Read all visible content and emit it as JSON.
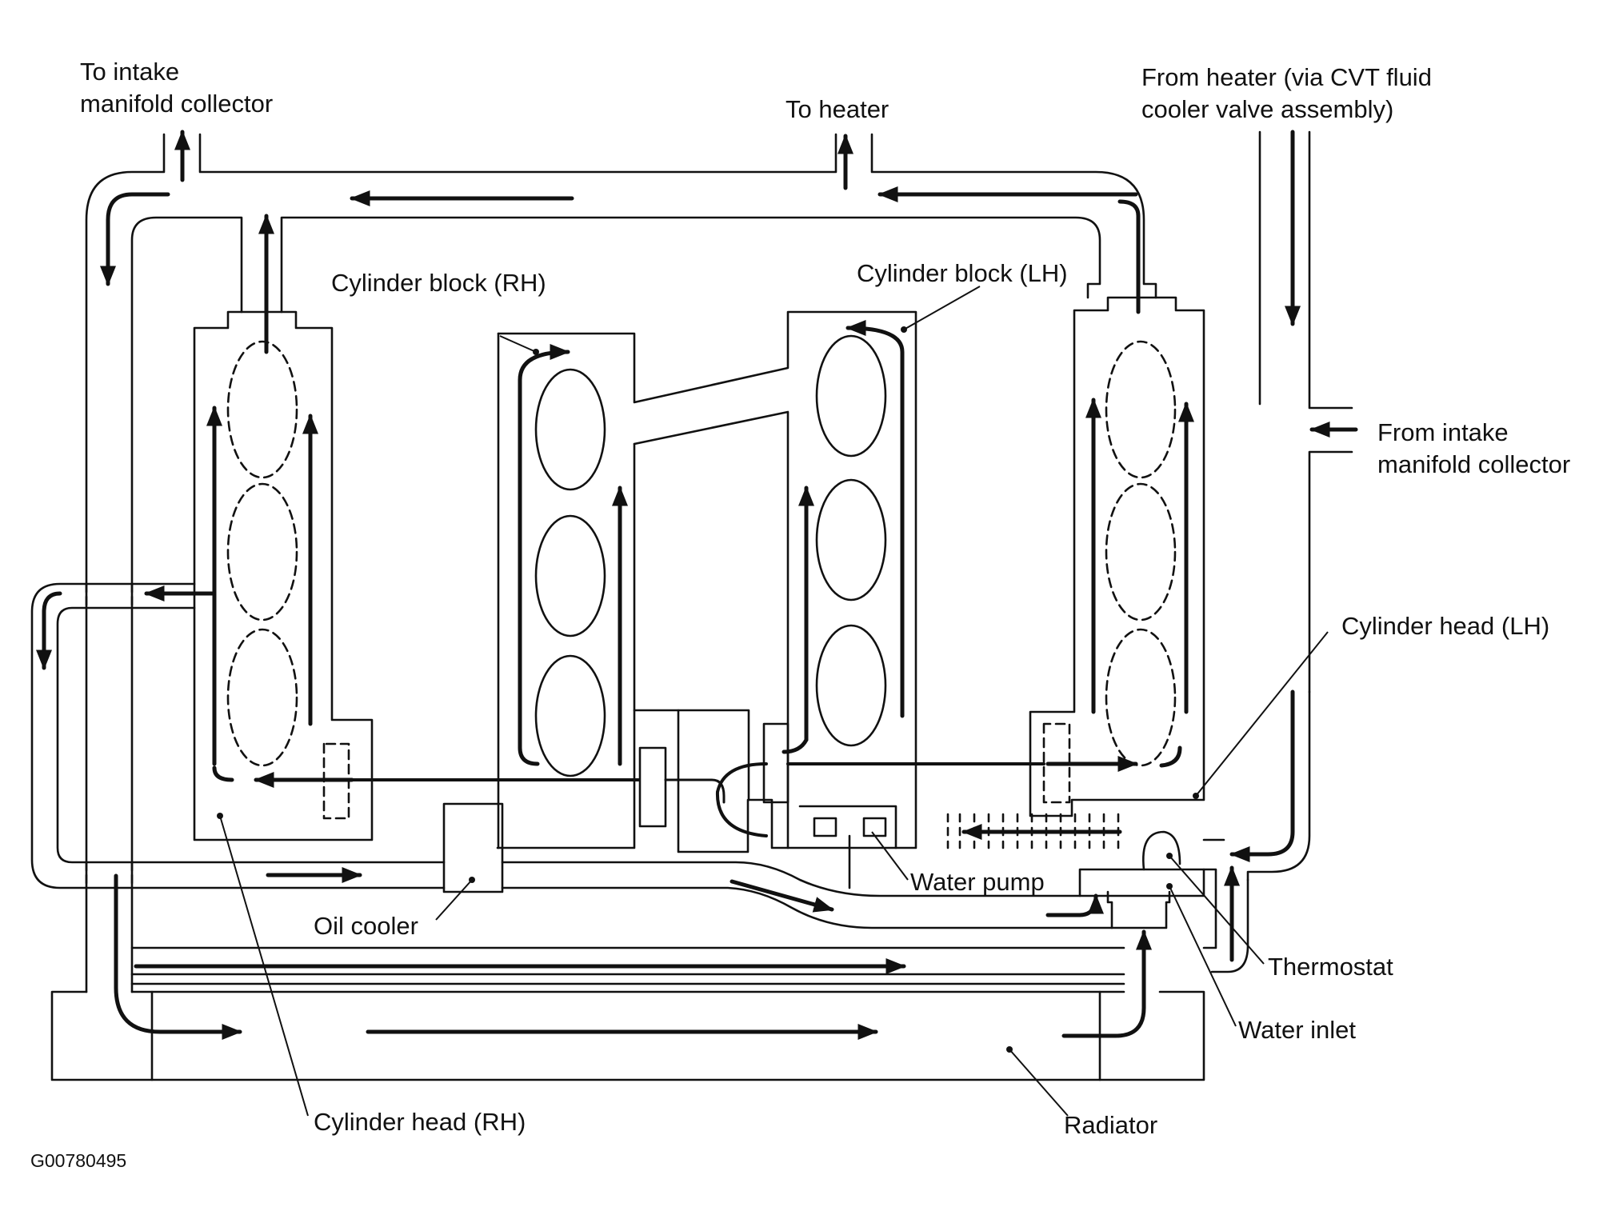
{
  "labels": {
    "to_intake_line1": "To intake",
    "to_intake_line2": "manifold collector",
    "to_heater": "To heater",
    "from_heater_line1": "From heater (via CVT fluid",
    "from_heater_line2": "cooler valve assembly)",
    "cyl_block_rh": "Cylinder block (RH)",
    "cyl_block_lh": "Cylinder block (LH)",
    "from_intake_line1": "From intake",
    "from_intake_line2": "manifold collector",
    "cyl_head_lh": "Cylinder head (LH)",
    "water_pump": "Water pump",
    "oil_cooler": "Oil cooler",
    "thermostat": "Thermostat",
    "water_inlet": "Water inlet",
    "cyl_head_rh": "Cylinder head (RH)",
    "radiator": "Radiator"
  },
  "figure_code": "G00780495",
  "colors": {
    "ink": "#111111",
    "background": "#ffffff"
  }
}
